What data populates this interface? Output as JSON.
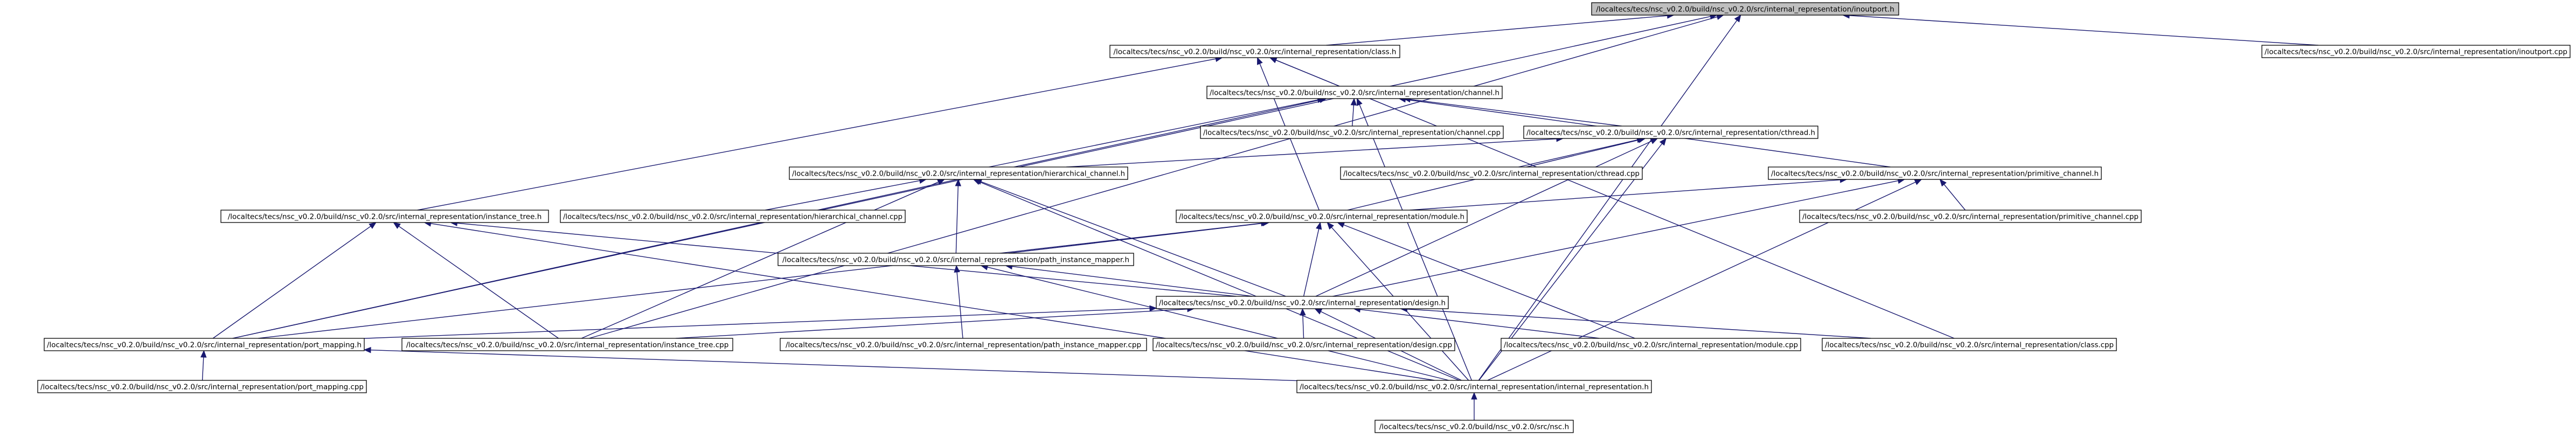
{
  "nodes": {
    "inoutport_h": "/localtecs/tecs/nsc_v0.2.0/build/nsc_v0.2.0/src/internal_representation/inoutport.h",
    "class_h": "/localtecs/tecs/nsc_v0.2.0/build/nsc_v0.2.0/src/internal_representation/class.h",
    "inoutport_cpp": "/localtecs/tecs/nsc_v0.2.0/build/nsc_v0.2.0/src/internal_representation/inoutport.cpp",
    "channel_h": "/localtecs/tecs/nsc_v0.2.0/build/nsc_v0.2.0/src/internal_representation/channel.h",
    "channel_cpp": "/localtecs/tecs/nsc_v0.2.0/build/nsc_v0.2.0/src/internal_representation/channel.cpp",
    "cthread_h": "/localtecs/tecs/nsc_v0.2.0/build/nsc_v0.2.0/src/internal_representation/cthread.h",
    "hierarchical_channel_h": "/localtecs/tecs/nsc_v0.2.0/build/nsc_v0.2.0/src/internal_representation/hierarchical_channel.h",
    "cthread_cpp": "/localtecs/tecs/nsc_v0.2.0/build/nsc_v0.2.0/src/internal_representation/cthread.cpp",
    "primitive_channel_h": "/localtecs/tecs/nsc_v0.2.0/build/nsc_v0.2.0/src/internal_representation/primitive_channel.h",
    "instance_tree_h": "/localtecs/tecs/nsc_v0.2.0/build/nsc_v0.2.0/src/internal_representation/instance_tree.h",
    "hierarchical_channel_cpp": "/localtecs/tecs/nsc_v0.2.0/build/nsc_v0.2.0/src/internal_representation/hierarchical_channel.cpp",
    "module_h": "/localtecs/tecs/nsc_v0.2.0/build/nsc_v0.2.0/src/internal_representation/module.h",
    "primitive_channel_cpp": "/localtecs/tecs/nsc_v0.2.0/build/nsc_v0.2.0/src/internal_representation/primitive_channel.cpp",
    "path_instance_mapper_h": "/localtecs/tecs/nsc_v0.2.0/build/nsc_v0.2.0/src/internal_representation/path_instance_mapper.h",
    "design_h": "/localtecs/tecs/nsc_v0.2.0/build/nsc_v0.2.0/src/internal_representation/design.h",
    "port_mapping_h": "/localtecs/tecs/nsc_v0.2.0/build/nsc_v0.2.0/src/internal_representation/port_mapping.h",
    "instance_tree_cpp": "/localtecs/tecs/nsc_v0.2.0/build/nsc_v0.2.0/src/internal_representation/instance_tree.cpp",
    "path_instance_mapper_cpp": "/localtecs/tecs/nsc_v0.2.0/build/nsc_v0.2.0/src/internal_representation/path_instance_mapper.cpp",
    "design_cpp": "/localtecs/tecs/nsc_v0.2.0/build/nsc_v0.2.0/src/internal_representation/design.cpp",
    "module_cpp": "/localtecs/tecs/nsc_v0.2.0/build/nsc_v0.2.0/src/internal_representation/module.cpp",
    "class_cpp": "/localtecs/tecs/nsc_v0.2.0/build/nsc_v0.2.0/src/internal_representation/class.cpp",
    "port_mapping_cpp": "/localtecs/tecs/nsc_v0.2.0/build/nsc_v0.2.0/src/internal_representation/port_mapping.cpp",
    "internal_representation_h": "/localtecs/tecs/nsc_v0.2.0/build/nsc_v0.2.0/src/internal_representation/internal_representation.h",
    "nsc_h": "/localtecs/tecs/nsc_v0.2.0/build/nsc_v0.2.0/src/nsc.h"
  },
  "colors": {
    "edge": "#191970",
    "root_fill": "#bfbfbf",
    "node_fill": "#ffffff",
    "node_border": "#000000"
  }
}
